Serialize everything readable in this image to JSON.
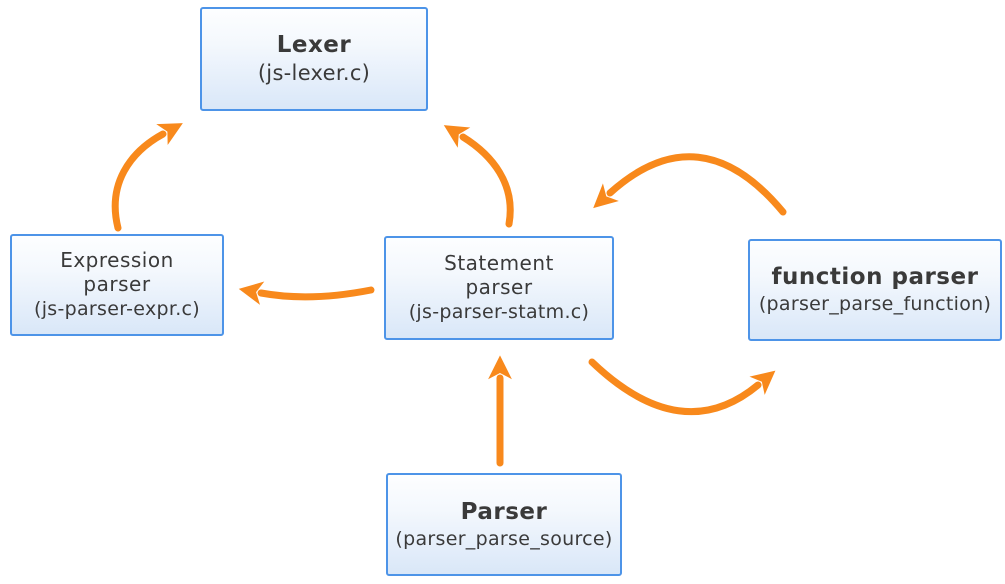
{
  "diagram": {
    "nodes": {
      "lexer": {
        "title": "Lexer",
        "subtitle": "(js-lexer.c)"
      },
      "expression_parser": {
        "title_line1": "Expression",
        "title_line2": "parser",
        "subtitle": "(js-parser-expr.c)"
      },
      "statement_parser": {
        "title_line1": "Statement",
        "title_line2": "parser",
        "subtitle": "(js-parser-statm.c)"
      },
      "function_parser": {
        "title": "function parser",
        "subtitle": "(parser_parse_function)"
      },
      "parser": {
        "title": "Parser",
        "subtitle": "(parser_parse_source)"
      }
    },
    "edges": [
      {
        "from": "expression_parser",
        "to": "lexer",
        "shape": "curved"
      },
      {
        "from": "statement_parser",
        "to": "lexer",
        "shape": "curved"
      },
      {
        "from": "statement_parser",
        "to": "expression_parser",
        "shape": "curved"
      },
      {
        "from": "function_parser",
        "to": "statement_parser",
        "shape": "arc-over"
      },
      {
        "from": "statement_parser",
        "to": "function_parser",
        "shape": "arc-under"
      },
      {
        "from": "parser",
        "to": "statement_parser",
        "shape": "straight"
      }
    ],
    "colors": {
      "arrow": "#F8891C",
      "node_border": "#4D94E8",
      "node_fill_top": "#FDFEFF",
      "node_fill_bottom": "#D9E7F8",
      "text": "#3A3A3A",
      "background": "#FFFFFF"
    }
  }
}
